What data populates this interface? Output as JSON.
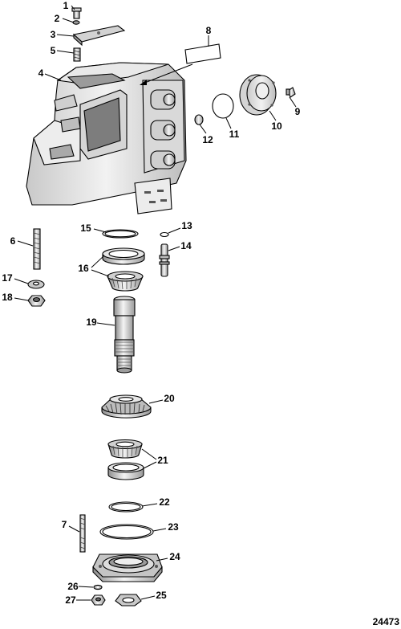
{
  "figure_id": "24473",
  "callouts": [
    "1",
    "2",
    "3",
    "4",
    "5",
    "6",
    "7",
    "8",
    "9",
    "10",
    "11",
    "12",
    "13",
    "14",
    "15",
    "16",
    "17",
    "18",
    "19",
    "20",
    "21",
    "22",
    "23",
    "24",
    "25",
    "26",
    "27"
  ],
  "colors": {
    "ink": "#000000",
    "shade_dark": "#8a8a8a",
    "shade_mid": "#bdbdbd",
    "shade_light": "#e3e3e3",
    "background": "#ffffff"
  }
}
